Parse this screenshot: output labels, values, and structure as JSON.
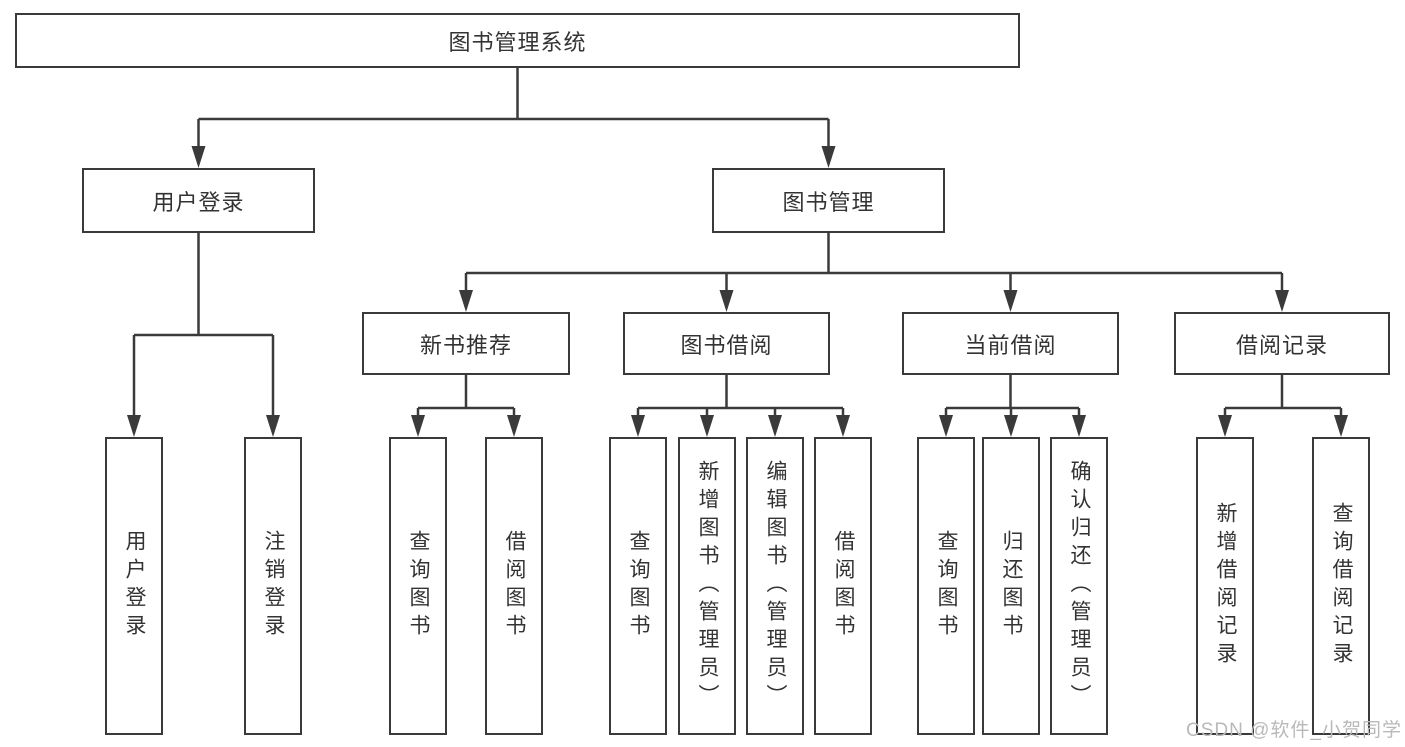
{
  "colors": {
    "line": "#3a3a3a",
    "text": "#333333",
    "watermark": "#b9b9b9",
    "background": "#ffffff"
  },
  "watermark": {
    "text": "CSDN @软件_小贺同学"
  },
  "tree": {
    "root": {
      "label": "图书管理系统"
    },
    "branches": [
      {
        "label": "用户登录",
        "children": [
          {
            "label": "用户登录"
          },
          {
            "label": "注销登录"
          }
        ]
      },
      {
        "label": "图书管理",
        "children": [
          {
            "label": "新书推荐",
            "children": [
              {
                "label": "查询图书"
              },
              {
                "label": "借阅图书"
              }
            ]
          },
          {
            "label": "图书借阅",
            "children": [
              {
                "label": "查询图书"
              },
              {
                "label": "新增图书（管理员）"
              },
              {
                "label": "编辑图书（管理员）"
              },
              {
                "label": "借阅图书"
              }
            ]
          },
          {
            "label": "当前借阅",
            "children": [
              {
                "label": "查询图书"
              },
              {
                "label": "归还图书"
              },
              {
                "label": "确认归还（管理员）"
              }
            ]
          },
          {
            "label": "借阅记录",
            "children": [
              {
                "label": "新增借阅记录"
              },
              {
                "label": "查询借阅记录"
              }
            ]
          }
        ]
      }
    ]
  }
}
